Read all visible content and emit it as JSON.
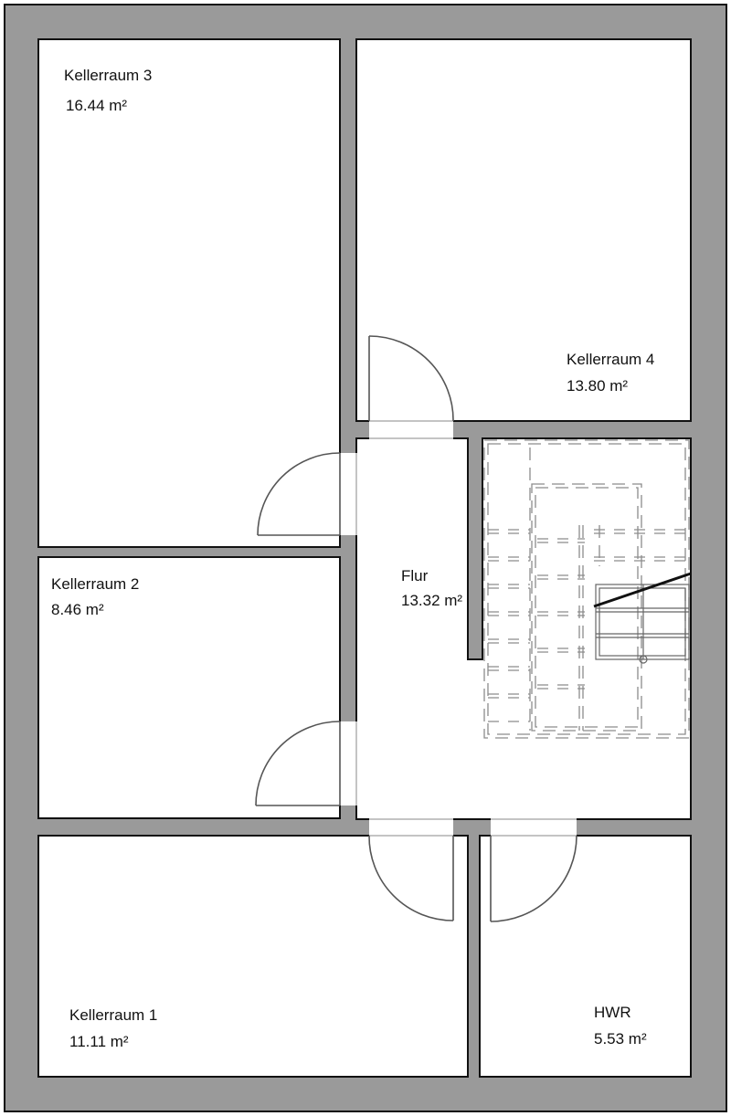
{
  "colors": {
    "wall": "#9a9a9a",
    "outline": "#111111",
    "floor": "#ffffff",
    "door": "#555555",
    "stair_dash": "#8c8c8c"
  },
  "rooms": [
    {
      "key": "kellerraum_3",
      "name": "Kellerraum 3",
      "area": "16.44 m²"
    },
    {
      "key": "kellerraum_4",
      "name": "Kellerraum 4",
      "area": "13.80 m²"
    },
    {
      "key": "flur",
      "name": "Flur",
      "area": "13.32 m²"
    },
    {
      "key": "kellerraum_2",
      "name": "Kellerraum 2",
      "area": "8.46 m²"
    },
    {
      "key": "kellerraum_1",
      "name": "Kellerraum 1",
      "area": "11.11 m²"
    },
    {
      "key": "hwr",
      "name": "HWR",
      "area": "5.53 m²"
    }
  ]
}
